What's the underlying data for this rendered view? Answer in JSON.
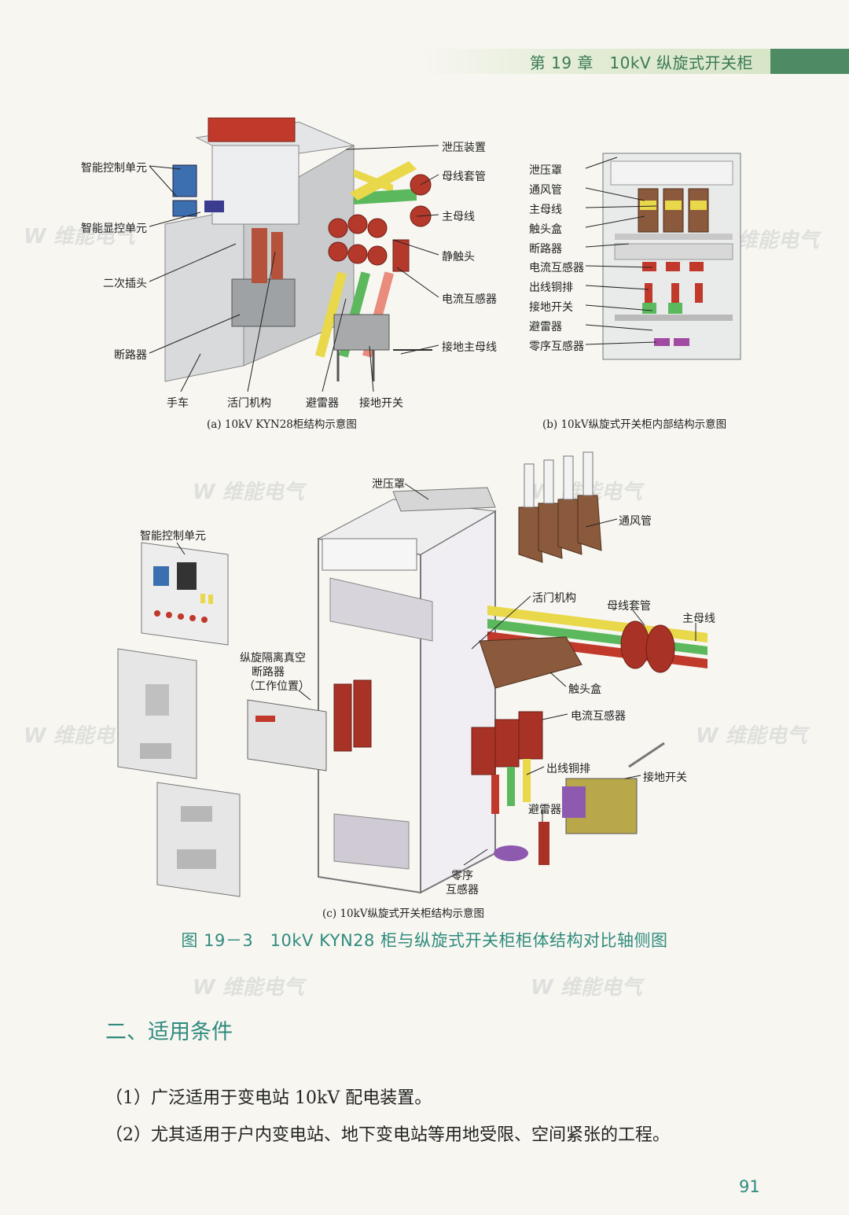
{
  "header": {
    "chapter_title": "第 19 章　10kV 纵旋式开关柜"
  },
  "watermark": "W 维能电气",
  "figure_a": {
    "caption": "(a)  10kV KYN28柜结构示意图",
    "labels_left": [
      "智能控制单元",
      "智能显控单元",
      "二次插头",
      "断路器"
    ],
    "labels_bottom": [
      "手车",
      "活门机构",
      "避雷器",
      "接地开关"
    ],
    "labels_right": [
      "泄压装置",
      "母线套管",
      "主母线",
      "静触头",
      "电流互感器",
      "接地主母线"
    ]
  },
  "figure_b": {
    "caption": "(b)  10kV纵旋式开关柜内部结构示意图",
    "labels": [
      "泄压罩",
      "通风管",
      "主母线",
      "触头盒",
      "断路器",
      "电流互感器",
      "出线铜排",
      "接地开关",
      "避雷器",
      "零序互感器"
    ]
  },
  "figure_c": {
    "caption": "(c)  10kV纵旋式开关柜结构示意图",
    "labels": {
      "smart_control": "智能控制单元",
      "pressure_cover": "泄压罩",
      "vent_pipe": "通风管",
      "shutter": "活门机构",
      "bus_bushing": "母线套管",
      "main_bus": "主母线",
      "breaker_line1": "纵旋隔离真空",
      "breaker_line2": "断路器",
      "breaker_line3": "（工作位置）",
      "contact_box": "触头盒",
      "ct": "电流互感器",
      "outlet_bar": "出线铜排",
      "earthing_switch": "接地开关",
      "arrester": "避雷器",
      "zero_seq_line1": "零序",
      "zero_seq_line2": "互感器"
    }
  },
  "figure_title": "图 19－3　10kV KYN28 柜与纵旋式开关柜柜体结构对比轴侧图",
  "section_title": "二、适用条件",
  "paragraphs": [
    "（1）广泛适用于变电站 10kV 配电装置。",
    "（2）尤其适用于户内变电站、地下变电站等用地受限、空间紧张的工程。"
  ],
  "page_number": "91",
  "colors": {
    "accent_green": "#2f8b7d",
    "header_green": "#4e8a64",
    "busbar_red": "#c0392b",
    "busbar_yellow": "#e8d84a",
    "busbar_green": "#5cb85c",
    "contact_brown": "#8b5a3c"
  }
}
